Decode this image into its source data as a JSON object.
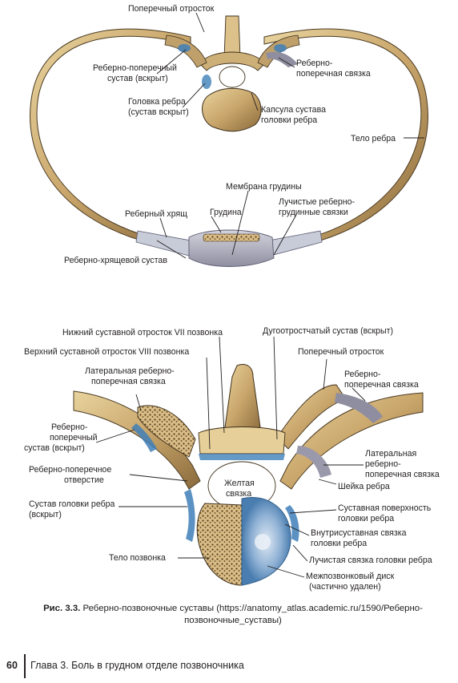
{
  "figure_top": {
    "labels": {
      "transverse_process": "Поперечный отросток",
      "costotransverse_joint_1": "Реберно-поперечный",
      "costotransverse_joint_2": "сустав (вскрыт)",
      "costotransverse_ligament_1": "Реберно-",
      "costotransverse_ligament_2": "поперечная связка",
      "rib_head_1": "Головка ребра",
      "rib_head_2": "(сустав вскрыт)",
      "capsule_1": "Капсула сустава",
      "capsule_2": "головки ребра",
      "rib_body": "Тело ребра",
      "sternum_membrane": "Мембрана грудины",
      "radiate_sternocostal_1": "Лучистые реберно-",
      "radiate_sternocostal_2": "грудинные связки",
      "costal_cartilage": "Реберный хрящ",
      "sternum": "Грудина",
      "costochondral_joint": "Реберно-хрящевой сустав"
    }
  },
  "figure_bottom": {
    "labels": {
      "inferior_articular_process": "Нижний суставной отросток VII позвонка",
      "zygapophyseal_joint": "Дугоотростчатый сустав (вскрыт)",
      "superior_articular_process": "Верхний суставной отросток VIII позвонка",
      "transverse_process": "Поперечный отросток",
      "lateral_costotransverse_left_1": "Латеральная реберно-",
      "lateral_costotransverse_left_2": "поперечная связка",
      "costotransverse_ligament_1": "Реберно-",
      "costotransverse_ligament_2": "поперечная связка",
      "costotransverse_joint_1": "Реберно-",
      "costotransverse_joint_2": "поперечный",
      "costotransverse_joint_3": "сустав (вскрыт)",
      "lateral_costotransverse_right_1": "Латеральная",
      "lateral_costotransverse_right_2": "реберно-",
      "lateral_costotransverse_right_3": "поперечная связка",
      "costotransverse_foramen_1": "Реберно-поперечное",
      "costotransverse_foramen_2": "отверстие",
      "ligamentum_flavum_1": "Желтая",
      "ligamentum_flavum_2": "связка",
      "rib_neck": "Шейка ребра",
      "rib_head_joint_1": "Сустав головки ребра",
      "rib_head_joint_2": "(вскрыт)",
      "articular_surface_1": "Суставная поверхность",
      "articular_surface_2": "головки ребра",
      "intraarticular_ligament_1": "Внутрисуставная связка",
      "intraarticular_ligament_2": "головки ребра",
      "vertebral_body": "Тело позвонка",
      "radiate_ligament": "Лучистая связка головки ребра",
      "intervertebral_disc_1": "Межпозвонковый диск",
      "intervertebral_disc_2": "(частично удален)"
    }
  },
  "caption": {
    "prefix": "Рис. 3.3.",
    "text": " Реберно-позвоночные суставы (https://anatomy_atlas.academic.ru/1590/Реберно-позвоночные_суставы)"
  },
  "footer": {
    "page_number": "60",
    "chapter": "Глава 3. Боль в грудном отделе позвоночника"
  },
  "colors": {
    "bone": "#c9a66b",
    "bone_light": "#e6cf98",
    "ligament": "#a7a6b3",
    "cartilage": "#c8ccd8",
    "joint_blue": "#3f7fb8",
    "marrow": "#6b4a2a"
  }
}
